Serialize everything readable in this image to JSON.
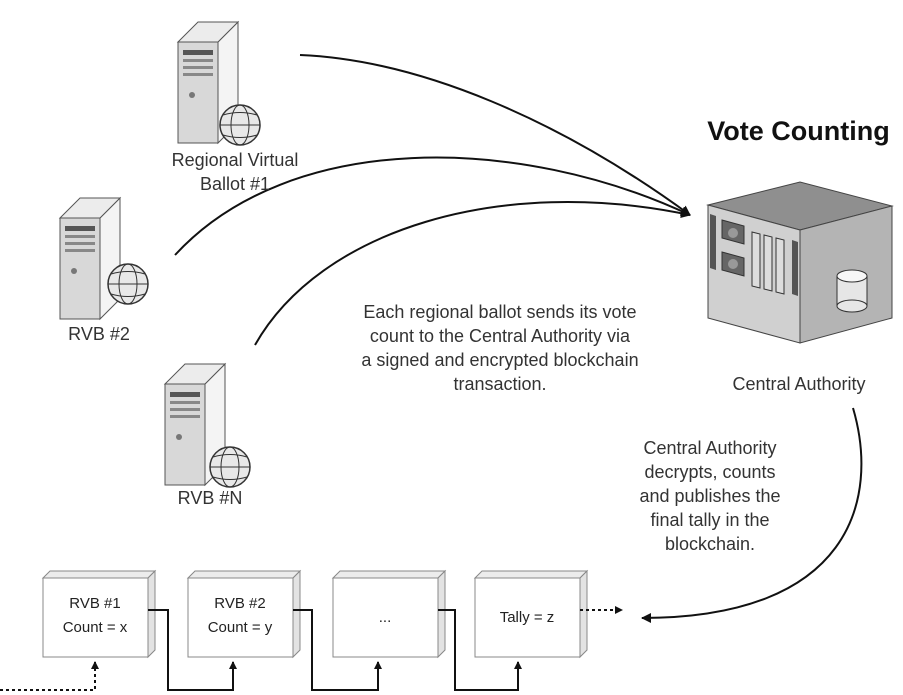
{
  "title": "Vote Counting",
  "servers": {
    "rvb1_label": "Regional Virtual\nBallot #1",
    "rvb2_label": "RVB #2",
    "rvbn_label": "RVB #N"
  },
  "central_authority": {
    "label": "Central Authority"
  },
  "notes": {
    "send_description": "Each regional ballot sends its vote\ncount to the Central Authority via\na signed and encrypted blockchain\ntransaction.",
    "publish_description": "Central Authority\ndecrypts, counts\nand publishes the\nfinal tally in the\nblockchain."
  },
  "blockchain": {
    "blocks": [
      {
        "line1": "RVB #1",
        "line2": "Count = x"
      },
      {
        "line1": "RVB #2",
        "line2": "Count = y"
      },
      {
        "line1": "...",
        "line2": ""
      },
      {
        "line1": "Tally = z",
        "line2": ""
      }
    ]
  },
  "colors": {
    "server_front": "#d8d8d8",
    "server_side": "#f4f4f4",
    "server_top": "#ececec",
    "rack_top": "#8f8f8f",
    "block_face": "#ffffff",
    "block_shade": "#e3e3e3",
    "line": "#111111"
  }
}
